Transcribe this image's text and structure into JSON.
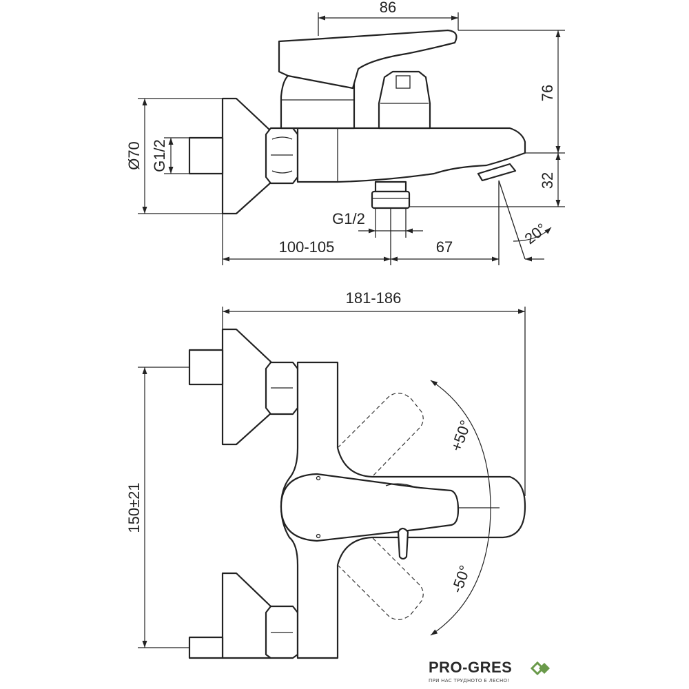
{
  "dimensions": {
    "top_width_86": "86",
    "top_height_76": "76",
    "top_height_32": "32",
    "diameter_70": "Ø70",
    "thread_left": "G1/2",
    "thread_bottom": "G1/2",
    "length_100_105": "100-105",
    "length_67": "67",
    "angle_20": "20°",
    "overall_181_186": "181-186",
    "centers_150": "150±21",
    "rotation_plus": "+50°",
    "rotation_minus": "-50°"
  },
  "brand": {
    "name": "PRO-GRES",
    "tagline": "ПРИ НАС ТРУДНОТО Е ЛЕСНО!",
    "mark_color": "#6a9a4a"
  }
}
